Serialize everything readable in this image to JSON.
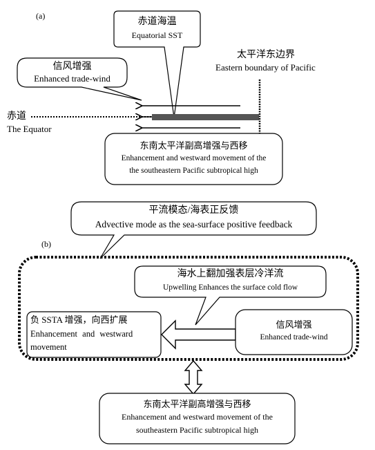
{
  "panel_a": {
    "label": "(a)",
    "sst_callout": {
      "zh": "赤道海温",
      "en": "Equatorial SST"
    },
    "trade_wind_callout": {
      "zh": "信风增强",
      "en": "Enhanced trade-wind"
    },
    "boundary": {
      "zh": "太平洋东边界",
      "en": "Eastern boundary of Pacific"
    },
    "equator": {
      "zh": "赤道",
      "en": "The Equator"
    },
    "high_box": {
      "zh": "东南太平洋副高增强与西移",
      "en_line1": "Enhancement and westward movement of the",
      "en_line2": "the southeastern Pacific subtropical high"
    }
  },
  "panel_b": {
    "label": "(b)",
    "feedback_callout": {
      "zh": "平流模态/海表正反馈",
      "en": "Advective mode as the sea-surface positive feedback"
    },
    "upwelling_callout": {
      "zh": "海水上翻加强表层冷洋流",
      "en": "Upwelling Enhances the surface cold flow"
    },
    "ssta_box": {
      "zh": "负 SSTA 增强，向西扩展",
      "en_line1": "Enhancement and westward",
      "en_line2": "movement"
    },
    "trade_box": {
      "zh": "信风增强",
      "en": "Enhanced trade-wind"
    },
    "bottom_box": {
      "zh": "东南太平洋副高增强与西移",
      "en_line1": "Enhancement and westward movement of the",
      "en_line2": "southeastern Pacific subtropical high"
    }
  }
}
